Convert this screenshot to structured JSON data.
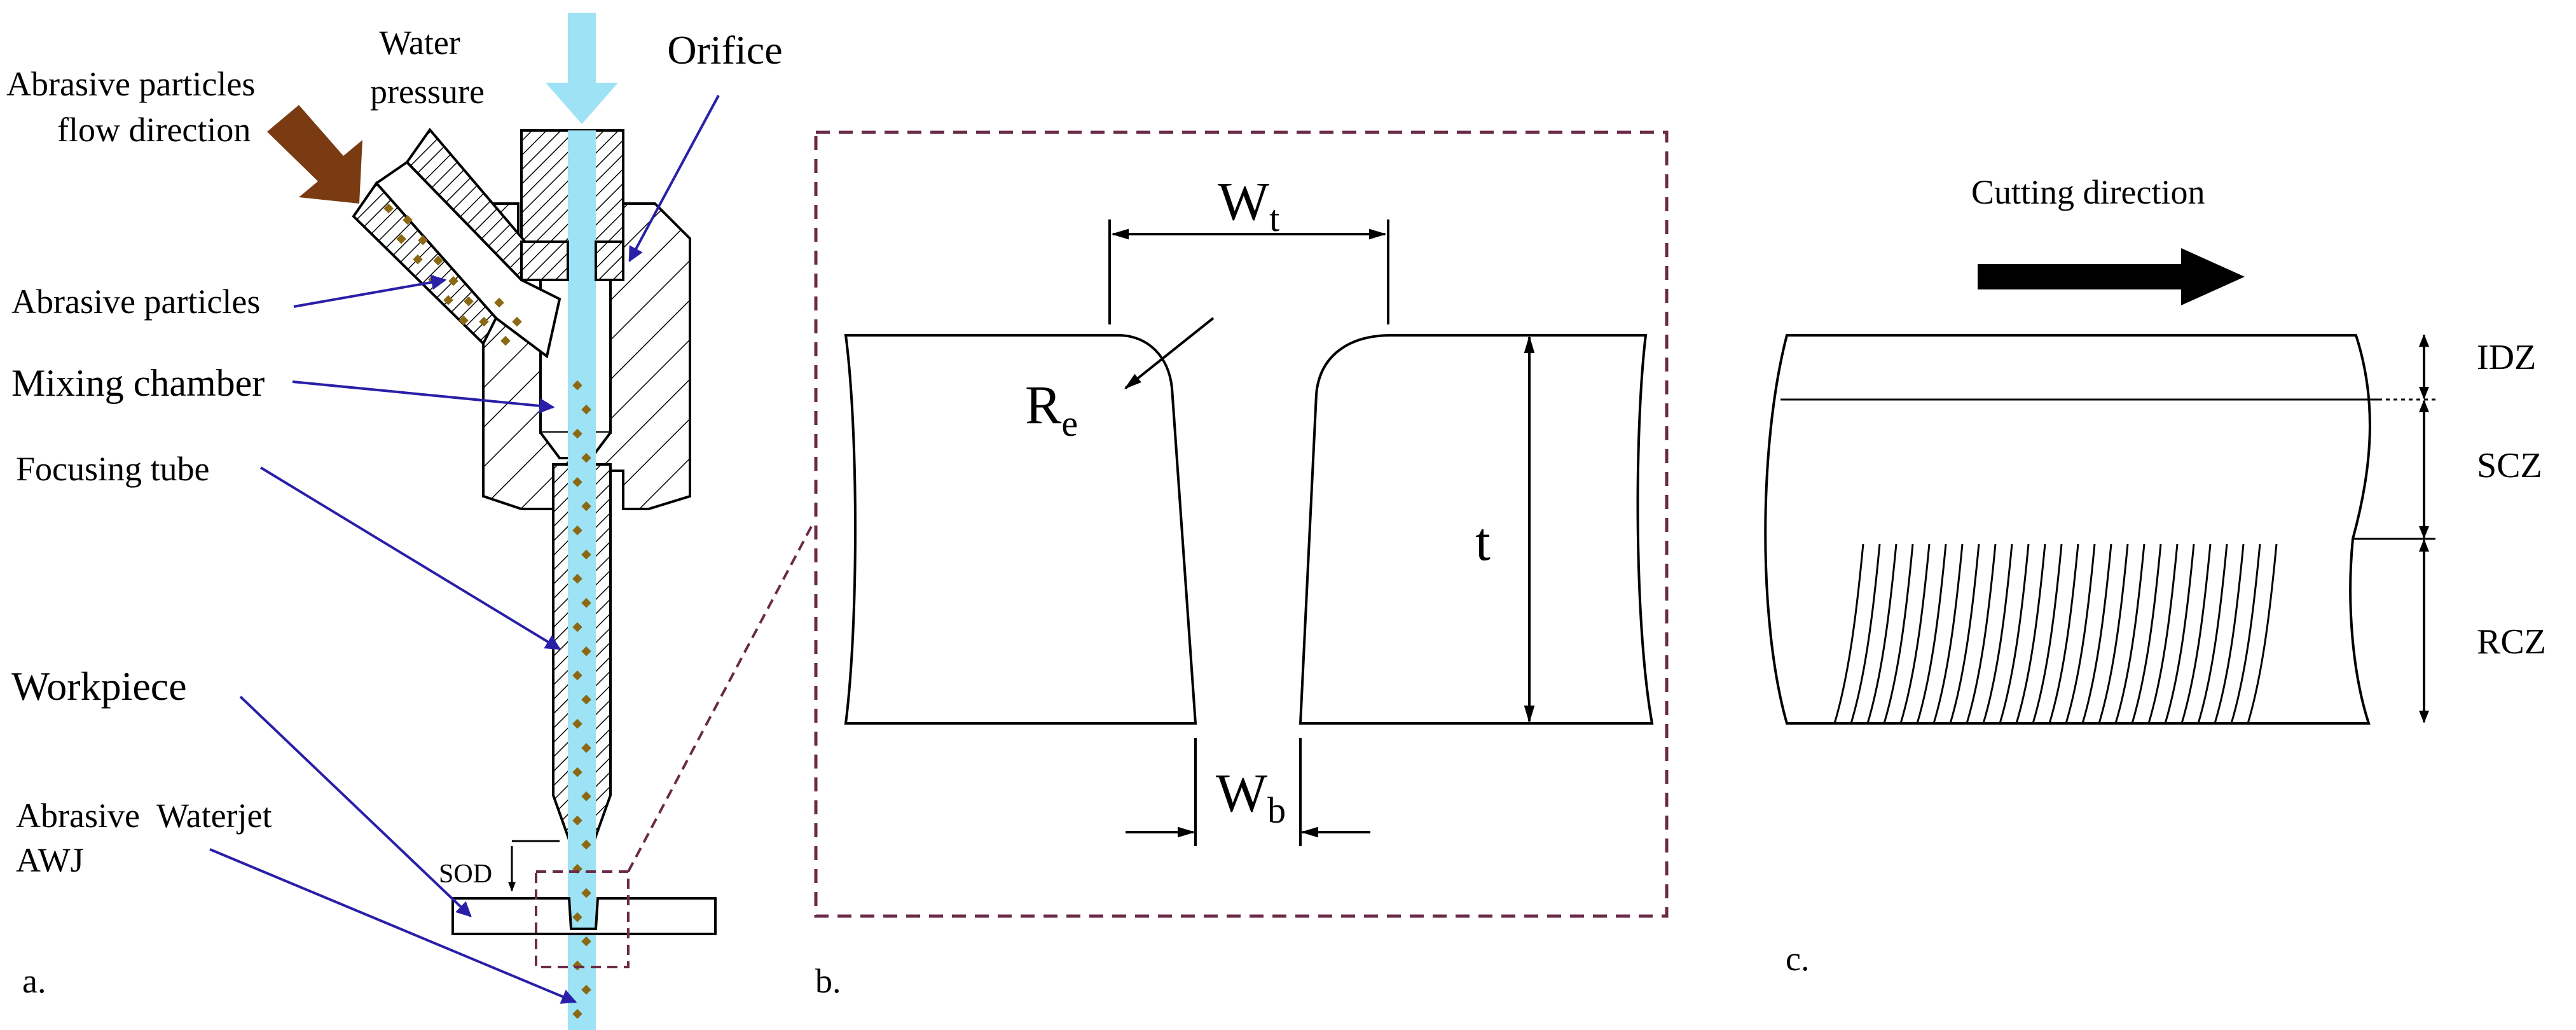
{
  "panel_a": {
    "label": "a.",
    "water_pressure_1": "Water",
    "water_pressure_2": "pressure",
    "orifice": "Orifice",
    "abrasive_flow_1": "Abrasive particles",
    "abrasive_flow_2": "flow direction",
    "abrasive_particles": "Abrasive particles",
    "mixing_chamber": "Mixing chamber",
    "focusing_tube": "Focusing tube",
    "workpiece": "Workpiece",
    "awj_1": "Abrasive  Waterjet",
    "awj_2": "AWJ",
    "sod": "SOD"
  },
  "panel_b": {
    "label": "b.",
    "top_width": "W",
    "top_width_sub": "t",
    "bottom_width": "W",
    "bottom_width_sub": "b",
    "edge_radius": "R",
    "edge_radius_sub": "e",
    "thickness": "t"
  },
  "panel_c": {
    "label": "c.",
    "cutting_direction": "Cutting direction",
    "zone_1": "IDZ",
    "zone_2": "SCZ",
    "zone_3": "RCZ"
  },
  "colors": {
    "water": "#9ee3f5",
    "particle": "#8b6914",
    "flow_arrow": "#7a3b12",
    "leader": "#2a1fa8",
    "dashed": "#6b2a47"
  }
}
